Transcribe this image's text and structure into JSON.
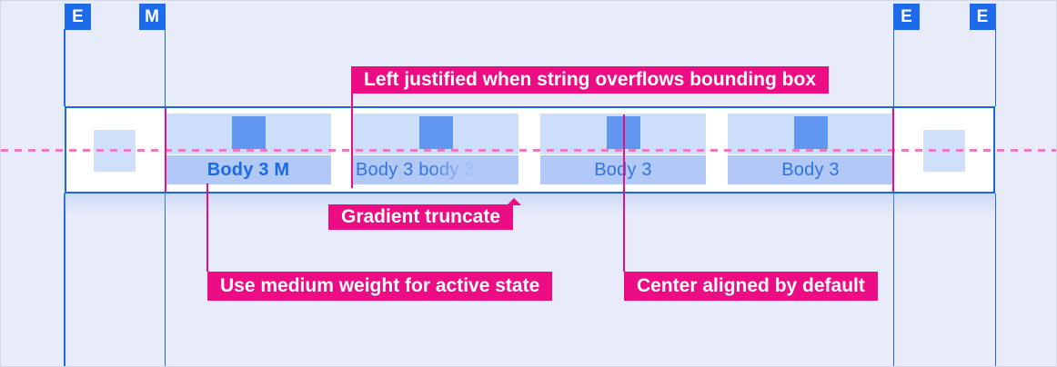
{
  "colors": {
    "bg": "#e8ecfa",
    "guide_blue": "#2268e0",
    "marker_blue": "#1d6beb",
    "bar_border": "#1a67e3",
    "bar_bg": "#ffffff",
    "block_light": "#cddefa",
    "block_mid": "#b2c9f7",
    "icon_blue": "#6095f0",
    "side_square": "#d0e0fb",
    "tab_text": "#2d74e8",
    "tab_text_active": "#1a6be8",
    "magenta": "#ec0c84",
    "dash_pink": "#ee79c3"
  },
  "guides": {
    "markers": [
      {
        "label": "E"
      },
      {
        "label": "M"
      },
      {
        "label": "E"
      },
      {
        "label": "E"
      }
    ]
  },
  "tabbar": {
    "tabs": [
      {
        "label": "Body 3 M",
        "state": "active"
      },
      {
        "label": "Body 3 body 3 b",
        "state": "gradient-truncated"
      },
      {
        "label": "Body 3",
        "state": "default"
      },
      {
        "label": "Body 3",
        "state": "default"
      }
    ]
  },
  "annotations": {
    "left_justified": "Left justified when string overflows bounding box",
    "gradient_truncate": "Gradient truncate",
    "medium_weight": "Use medium weight for active state",
    "center_aligned": "Center aligned by default"
  }
}
